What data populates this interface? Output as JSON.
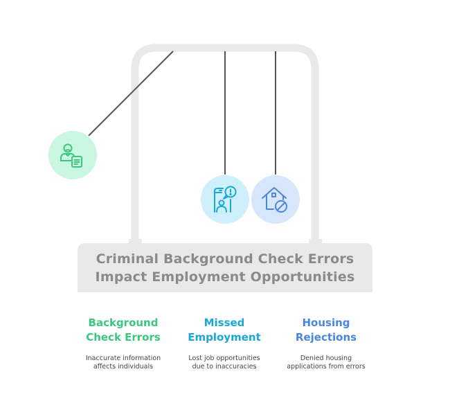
{
  "diagram": {
    "title_line1": "Criminal Background Check Errors",
    "title_line2": "Impact Employment Opportunities",
    "colors": {
      "frame": "#e9e9e9",
      "string": "#555555",
      "green": "#3cc67e",
      "green_bg": "#c9f7e1",
      "cyan": "#1ba7d6",
      "cyan_bg": "#cdf0fc",
      "blue": "#4a86e0",
      "blue_bg": "#d8e6fb",
      "title_text": "#8a8a8a"
    },
    "items": [
      {
        "icon": "person-document-icon",
        "title_line1": "Background",
        "title_line2": "Check Errors",
        "desc_line1": "Inaccurate information",
        "desc_line2": "affects individuals"
      },
      {
        "icon": "phone-alert-person-icon",
        "title_line1": "Missed",
        "title_line2": "Employment",
        "desc_line1": "Lost job opportunities",
        "desc_line2": "due to inaccuracies"
      },
      {
        "icon": "house-blocked-icon",
        "title_line1": "Housing",
        "title_line2": "Rejections",
        "desc_line1": "Denied housing",
        "desc_line2": "applications from errors"
      }
    ]
  }
}
